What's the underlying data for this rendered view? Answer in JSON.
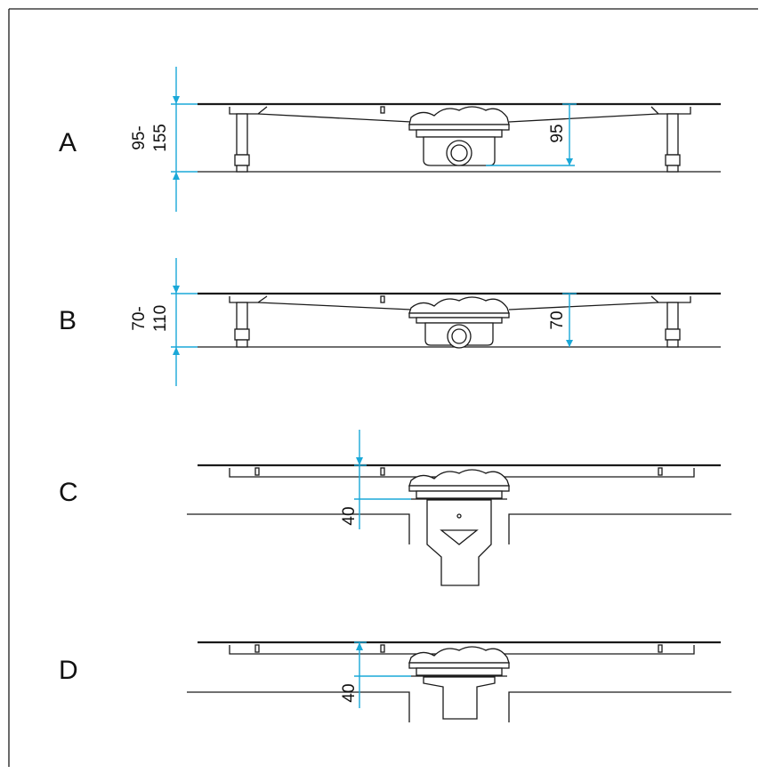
{
  "colors": {
    "dimension": "#1aa8d8",
    "line": "#1a1a1a",
    "background": "#ffffff"
  },
  "variants": [
    {
      "id": "A",
      "range_top": "95-",
      "range_bottom": "155",
      "height": "95"
    },
    {
      "id": "B",
      "range_top": "70-",
      "range_bottom": "110",
      "height": "70"
    },
    {
      "id": "C",
      "height": "40"
    },
    {
      "id": "D",
      "height": "40"
    }
  ]
}
